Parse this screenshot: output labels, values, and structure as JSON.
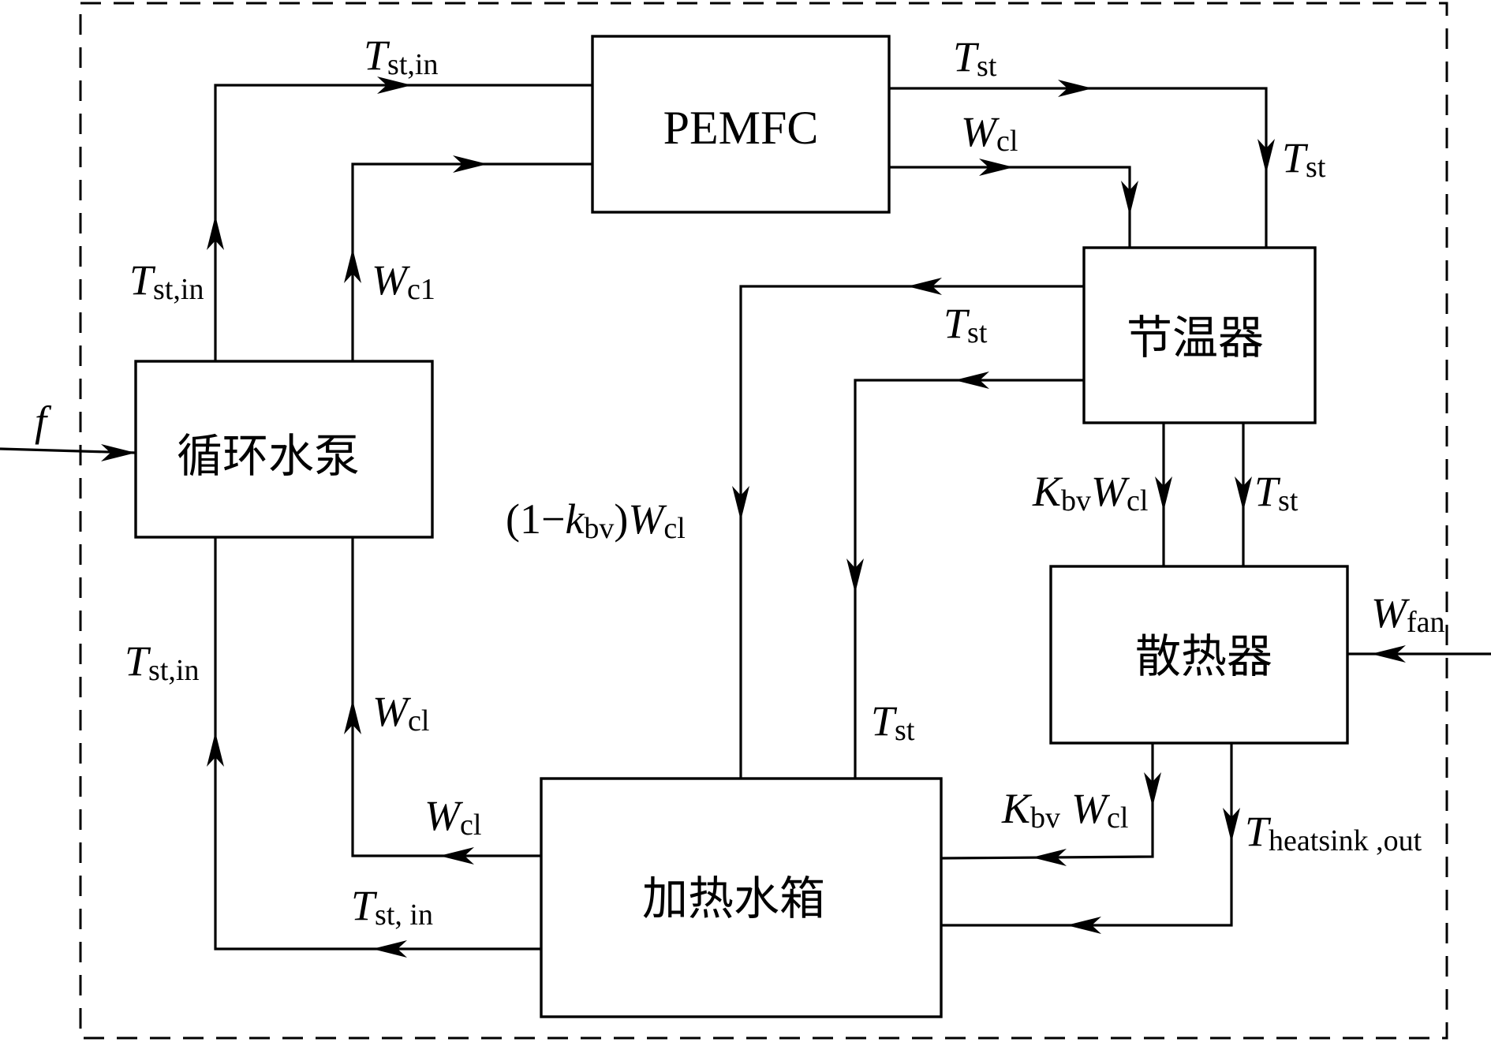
{
  "figure": {
    "title": "PEMFC thermal management system block diagram",
    "colors": {
      "stroke": "#000000",
      "background": "#ffffff"
    }
  },
  "blocks": {
    "pemfc": {
      "label": "PEMFC"
    },
    "thermostat": {
      "label": "节温器"
    },
    "pump": {
      "label": "循环水泵"
    },
    "radiator": {
      "label": "散热器"
    },
    "heater_tank": {
      "label": "加热水箱"
    }
  },
  "signals": {
    "top_tst_in": {
      "main": "T",
      "sub": "st,in"
    },
    "pemfc_tst_out": {
      "main": "T",
      "sub": "st"
    },
    "pemfc_wcl_out": {
      "main": "W",
      "sub": "cl"
    },
    "thermostat_tst_in": {
      "main": "T",
      "sub": "st"
    },
    "pump_tst_in_up": {
      "main": "T",
      "sub": "st,in"
    },
    "pump_wc1_up": {
      "main": "W",
      "sub": "c1"
    },
    "thermostat_tst_bypass": {
      "main": "T",
      "sub": "st"
    },
    "bypass_flow": {
      "prefix": "(1−",
      "k": "k",
      "k_sub": "bv",
      "suffix": ")",
      "main": "W",
      "sub": "cl"
    },
    "radiator_kbv_wcl_in": {
      "k": "K",
      "k_sub": "bv",
      "main": "W",
      "sub": "cl"
    },
    "radiator_tst_in": {
      "main": "T",
      "sub": "st"
    },
    "fan_input": {
      "main": "W",
      "sub": "fan"
    },
    "pump_input": {
      "main": "f"
    },
    "lower_tst_in_up": {
      "main": "T",
      "sub": "st,in"
    },
    "lower_wcl_up": {
      "main": "W",
      "sub": "cl"
    },
    "tank_tst_up": {
      "main": "T",
      "sub": "st"
    },
    "tank_wcl_out": {
      "main": "W",
      "sub": "cl"
    },
    "tank_tst_in_out": {
      "main": "T",
      "sub": "st, in"
    },
    "radiator_kbv_wcl_out": {
      "k": "K",
      "k_sub": "bv",
      "main": "W",
      "sub": "cl"
    },
    "radiator_theatsink_out": {
      "main": "T",
      "sub": "heatsink ,out"
    }
  }
}
